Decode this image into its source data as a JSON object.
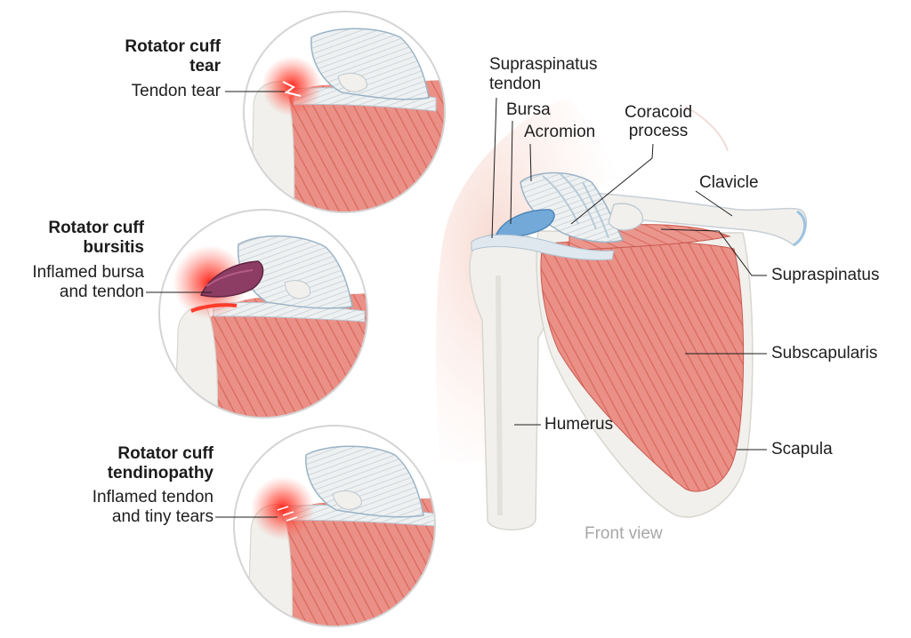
{
  "insets": [
    {
      "title_line1": "Rotator cuff",
      "title_line2": "tear",
      "desc_line1": "Tendon tear",
      "desc_line2": ""
    },
    {
      "title_line1": "Rotator cuff",
      "title_line2": "bursitis",
      "desc_line1": "Inflamed bursa",
      "desc_line2": "and tendon"
    },
    {
      "title_line1": "Rotator cuff",
      "title_line2": "tendinopathy",
      "desc_line1": "Inflamed tendon",
      "desc_line2": "and tiny tears"
    }
  ],
  "labels": {
    "supraspinatus_tendon_line1": "Supraspinatus",
    "supraspinatus_tendon_line2": "tendon",
    "bursa": "Bursa",
    "acromion": "Acromion",
    "coracoid_line1": "Coracoid",
    "coracoid_line2": "process",
    "clavicle": "Clavicle",
    "supraspinatus": "Supraspinatus",
    "subscapularis": "Subscapularis",
    "humerus": "Humerus",
    "scapula": "Scapula"
  },
  "caption": "Front view",
  "colors": {
    "muscle": "#e98e84",
    "muscle_dark": "#d9695e",
    "bone": "#f1f0ec",
    "tendon": "#cfe0ec",
    "bursa": "#6fa6d6",
    "inflamed_bursa": "#8d3d63",
    "inflammation": "#ff2b1e",
    "skin_shadow": "#f8ddd5"
  }
}
